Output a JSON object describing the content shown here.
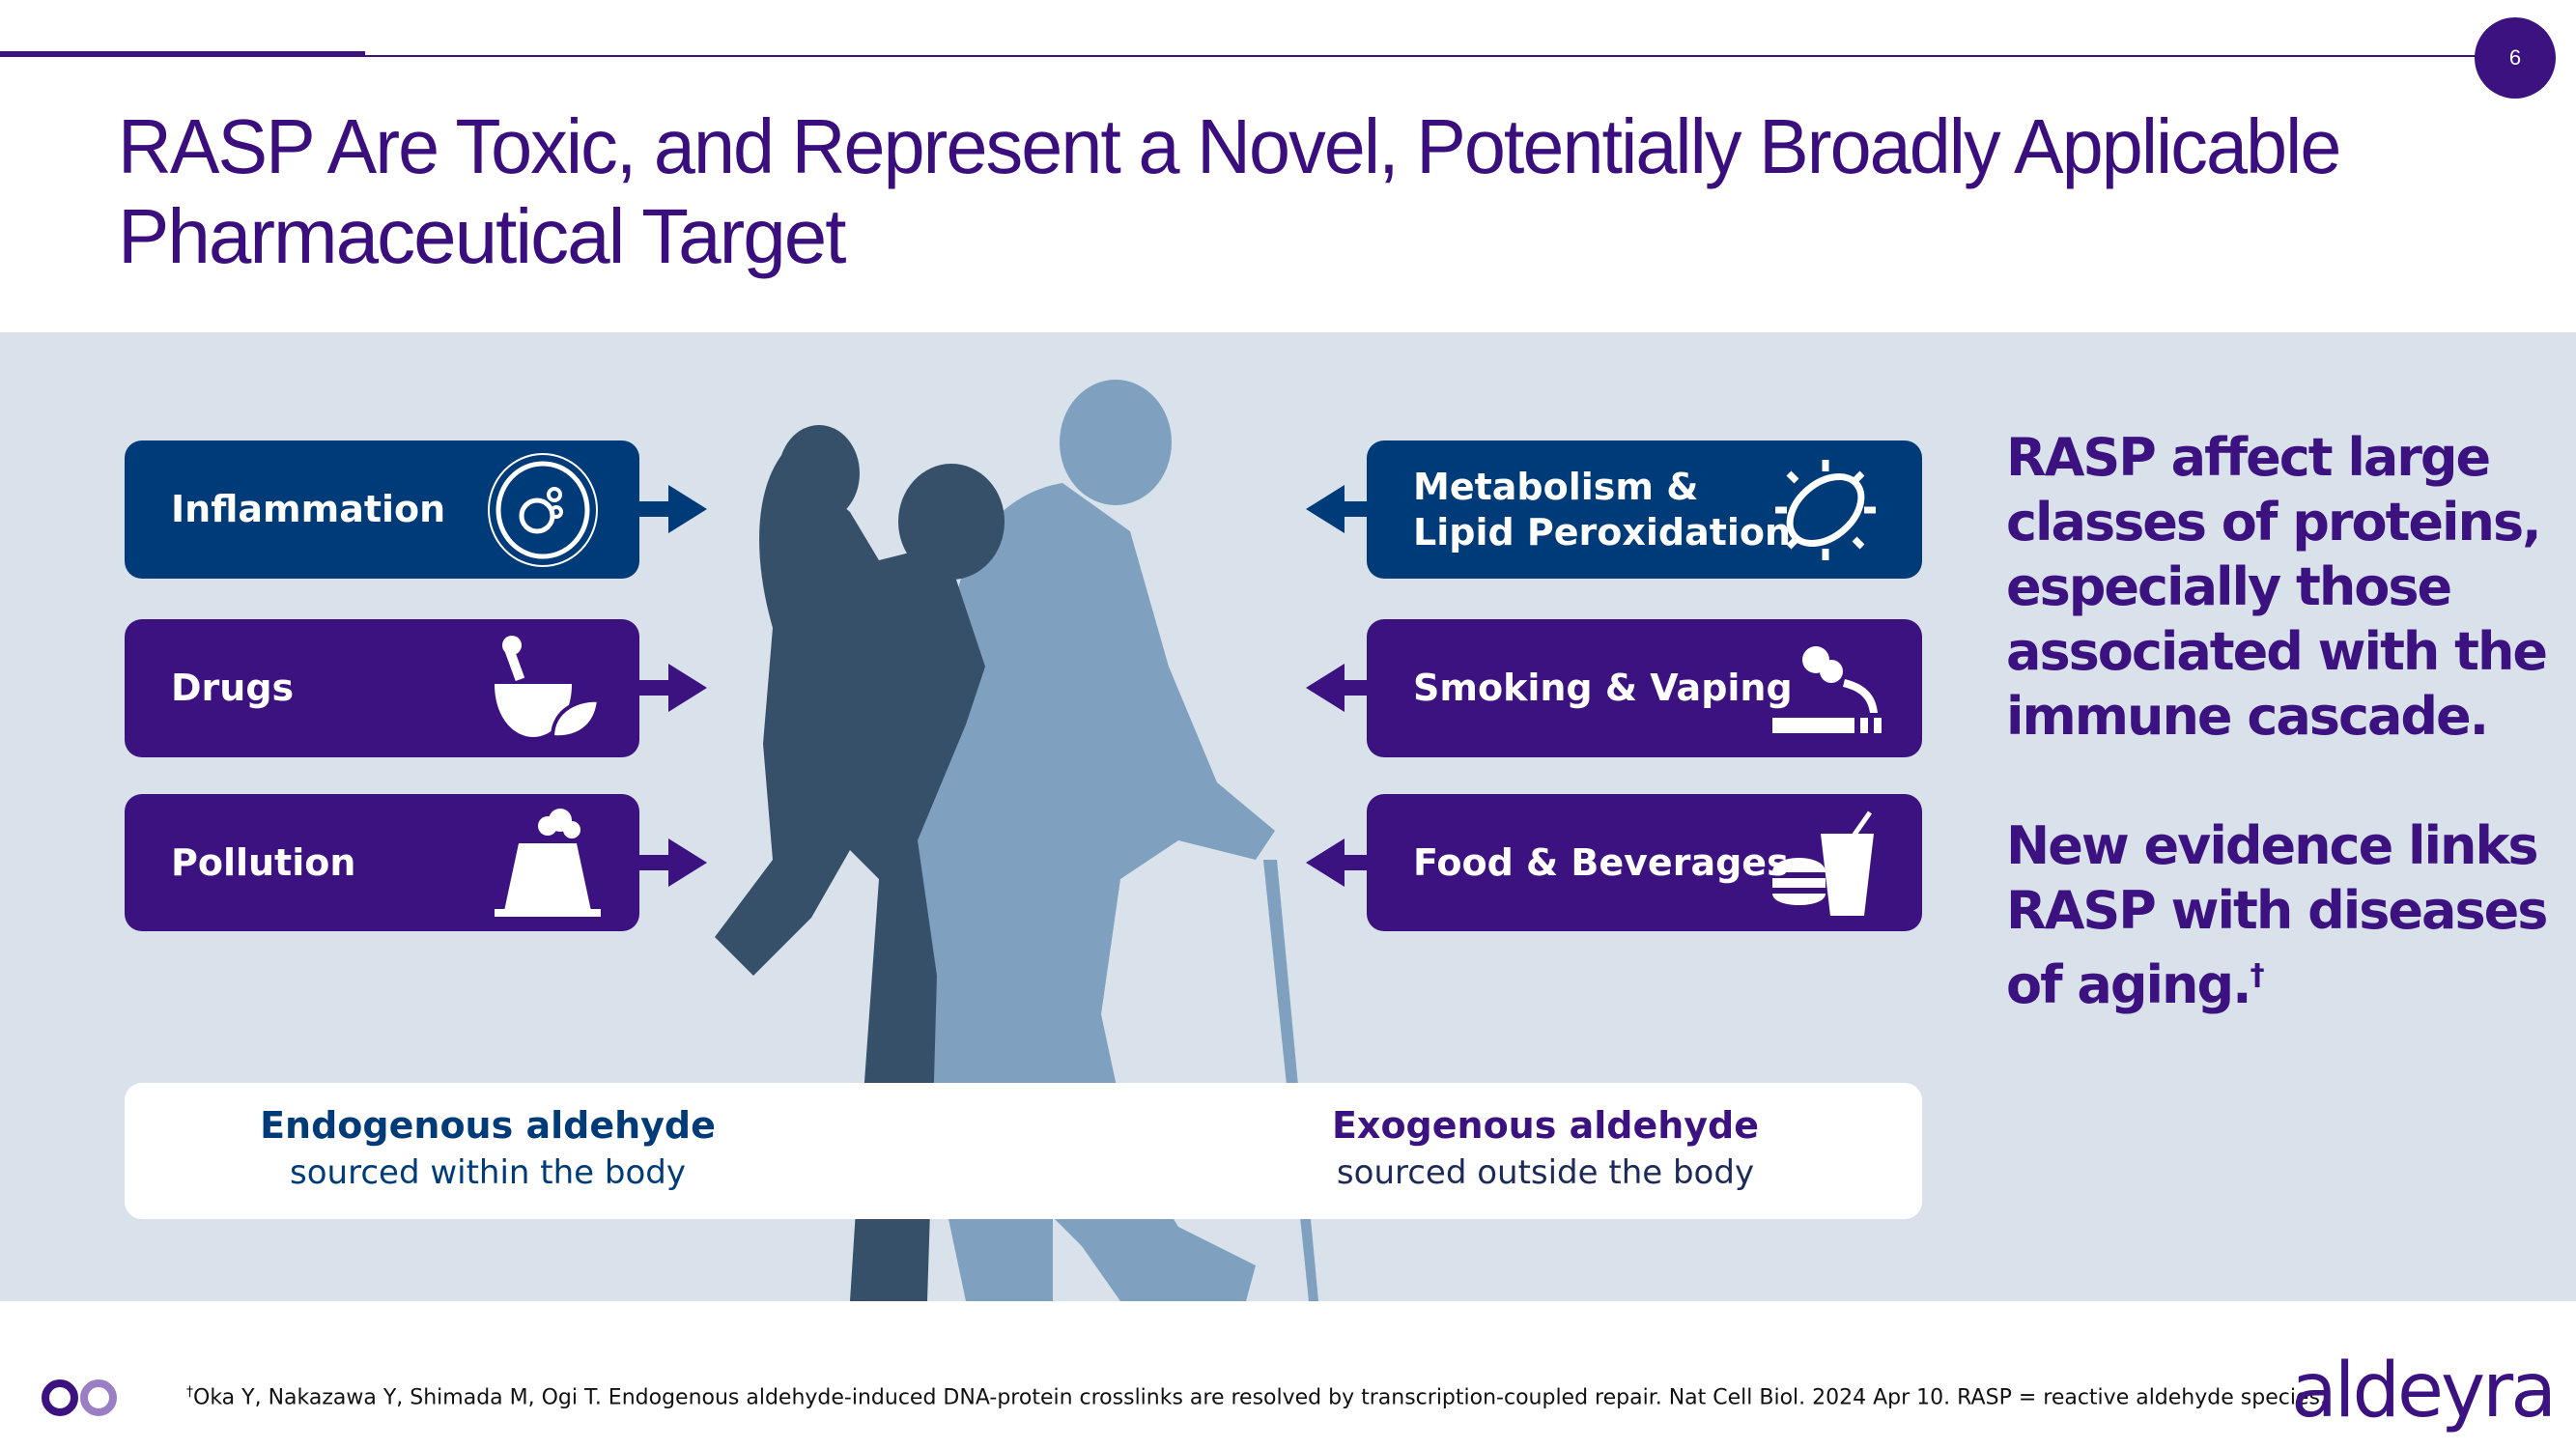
{
  "page_number": "6",
  "title_line1": "RASP Are Toxic, and Represent a Novel, Potentially Broadly Applicable",
  "title_line2": "Pharmaceutical Target",
  "left_sources": [
    {
      "label": "Inflammation",
      "icon": "cell-icon",
      "color": "#003b79"
    },
    {
      "label": "Drugs",
      "icon": "mortar-pestle-icon",
      "color": "#3c1280"
    },
    {
      "label": "Pollution",
      "icon": "smokestack-icon",
      "color": "#3c1280"
    }
  ],
  "right_sources": [
    {
      "label_line1": "Metabolism &",
      "label_line2": "Lipid Peroxidation",
      "icon": "bacteria-icon",
      "color": "#003b79"
    },
    {
      "label": "Smoking & Vaping",
      "icon": "cigarette-icon",
      "color": "#3c1280"
    },
    {
      "label": "Food & Beverages",
      "icon": "fast-food-icon",
      "color": "#3c1280"
    }
  ],
  "endogenous": {
    "heading": "Endogenous aldehyde",
    "sub": "sourced within the body"
  },
  "exogenous": {
    "heading": "Exogenous aldehyde",
    "sub": "sourced outside the body"
  },
  "side_text_1": "RASP affect large classes of proteins, especially those associated with the immune cascade.",
  "side_text_2": "New evidence links RASP with diseases of aging.",
  "side_text_2_mark": "†",
  "footnote_mark": "†",
  "footnote": "Oka Y, Nakazawa Y, Shimada M, Ogi T. Endogenous aldehyde-induced DNA-protein crosslinks are resolved by transcription-coupled repair. Nat Cell Biol. 2024 Apr 10. RASP = reactive aldehyde species.",
  "brand": "aldeyra"
}
